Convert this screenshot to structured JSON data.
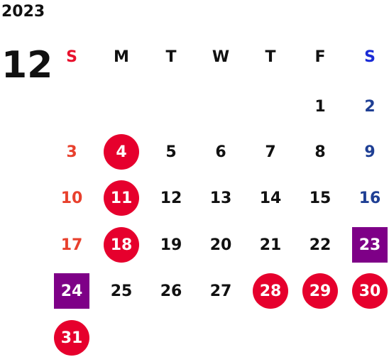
{
  "calendar": {
    "year": "2023",
    "month": "12",
    "weekdays": [
      {
        "label": "S",
        "color": "#e8112d"
      },
      {
        "label": "M",
        "color": "#111111"
      },
      {
        "label": "T",
        "color": "#111111"
      },
      {
        "label": "W",
        "color": "#111111"
      },
      {
        "label": "T",
        "color": "#111111"
      },
      {
        "label": "F",
        "color": "#111111"
      },
      {
        "label": "S",
        "color": "#1a2bd6"
      }
    ],
    "colors": {
      "sunday": "#e8402d",
      "saturday": "#1f3f94",
      "weekday": "#111111",
      "holiday_circle": "#e6002d",
      "marked_square": "#7e0087",
      "highlight_text": "#ffffff"
    },
    "days": [
      {
        "day": "1",
        "weekday": 5,
        "week": 0,
        "mark": "none"
      },
      {
        "day": "2",
        "weekday": 6,
        "week": 0,
        "mark": "none"
      },
      {
        "day": "3",
        "weekday": 0,
        "week": 1,
        "mark": "none"
      },
      {
        "day": "4",
        "weekday": 1,
        "week": 1,
        "mark": "circle"
      },
      {
        "day": "5",
        "weekday": 2,
        "week": 1,
        "mark": "none"
      },
      {
        "day": "6",
        "weekday": 3,
        "week": 1,
        "mark": "none"
      },
      {
        "day": "7",
        "weekday": 4,
        "week": 1,
        "mark": "none"
      },
      {
        "day": "8",
        "weekday": 5,
        "week": 1,
        "mark": "none"
      },
      {
        "day": "9",
        "weekday": 6,
        "week": 1,
        "mark": "none"
      },
      {
        "day": "10",
        "weekday": 0,
        "week": 2,
        "mark": "none"
      },
      {
        "day": "11",
        "weekday": 1,
        "week": 2,
        "mark": "circle"
      },
      {
        "day": "12",
        "weekday": 2,
        "week": 2,
        "mark": "none"
      },
      {
        "day": "13",
        "weekday": 3,
        "week": 2,
        "mark": "none"
      },
      {
        "day": "14",
        "weekday": 4,
        "week": 2,
        "mark": "none"
      },
      {
        "day": "15",
        "weekday": 5,
        "week": 2,
        "mark": "none"
      },
      {
        "day": "16",
        "weekday": 6,
        "week": 2,
        "mark": "none"
      },
      {
        "day": "17",
        "weekday": 0,
        "week": 3,
        "mark": "none"
      },
      {
        "day": "18",
        "weekday": 1,
        "week": 3,
        "mark": "circle"
      },
      {
        "day": "19",
        "weekday": 2,
        "week": 3,
        "mark": "none"
      },
      {
        "day": "20",
        "weekday": 3,
        "week": 3,
        "mark": "none"
      },
      {
        "day": "21",
        "weekday": 4,
        "week": 3,
        "mark": "none"
      },
      {
        "day": "22",
        "weekday": 5,
        "week": 3,
        "mark": "none"
      },
      {
        "day": "23",
        "weekday": 6,
        "week": 3,
        "mark": "square"
      },
      {
        "day": "24",
        "weekday": 0,
        "week": 4,
        "mark": "square"
      },
      {
        "day": "25",
        "weekday": 1,
        "week": 4,
        "mark": "none"
      },
      {
        "day": "26",
        "weekday": 2,
        "week": 4,
        "mark": "none"
      },
      {
        "day": "27",
        "weekday": 3,
        "week": 4,
        "mark": "none"
      },
      {
        "day": "28",
        "weekday": 4,
        "week": 4,
        "mark": "circle"
      },
      {
        "day": "29",
        "weekday": 5,
        "week": 4,
        "mark": "circle"
      },
      {
        "day": "30",
        "weekday": 6,
        "week": 4,
        "mark": "circle"
      },
      {
        "day": "31",
        "weekday": 0,
        "week": 5,
        "mark": "circle"
      }
    ]
  }
}
